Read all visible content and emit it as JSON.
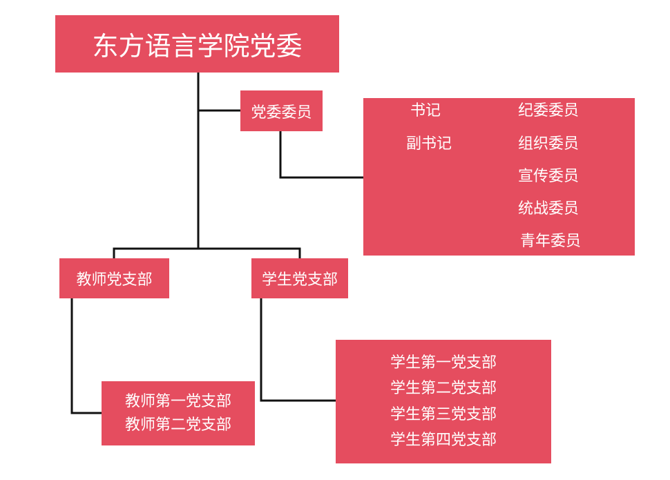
{
  "org_chart": {
    "root": {
      "label": "东方语言学院党委"
    },
    "committee": {
      "label": "党委委员"
    },
    "committee_roles": {
      "left": [
        "书记",
        "副书记"
      ],
      "right": [
        "纪委委员",
        "组织委员",
        "宣传委员",
        "统战委员",
        "青年委员"
      ]
    },
    "branches": {
      "teacher": {
        "label": "教师党支部",
        "children": [
          "教师第一党支部",
          "教师第二党支部"
        ]
      },
      "student": {
        "label": "学生党支部",
        "children": [
          "学生第一党支部",
          "学生第二党支部",
          "学生第三党支部",
          "学生第四党支部"
        ]
      }
    }
  },
  "colors": {
    "box_fill": "#e54d5f",
    "box_text": "#ffffff",
    "connector": "#111111",
    "background": "#ffffff"
  }
}
